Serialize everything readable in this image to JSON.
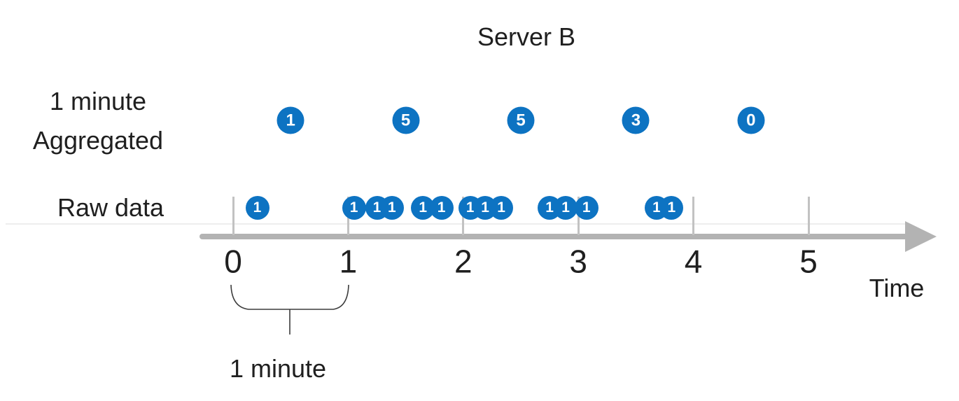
{
  "title": "Server B",
  "left_labels": {
    "aggregated_line1": "1 minute",
    "aggregated_line2": "Aggregated",
    "raw": "Raw data"
  },
  "axis": {
    "tick_labels": [
      "0",
      "1",
      "2",
      "3",
      "4",
      "5"
    ],
    "axis_label": "Time"
  },
  "annotation": {
    "brace_label": "1 minute"
  },
  "chart_data": {
    "type": "timeline",
    "title": "Server B",
    "xlabel": "Time",
    "x_ticks": [
      0,
      1,
      2,
      3,
      4,
      5
    ],
    "xlim": [
      0,
      5.9
    ],
    "raw_event_marker_value": "1",
    "raw_events": [
      0.21,
      1.05,
      1.25,
      1.38,
      1.65,
      1.81,
      2.06,
      2.19,
      2.33,
      2.75,
      2.89,
      3.07,
      3.68,
      3.81
    ],
    "aggregated": {
      "window_label": "1 minute",
      "bucket_centers": [
        0.5,
        1.5,
        2.5,
        3.5,
        4.5
      ],
      "counts": [
        1,
        5,
        5,
        3,
        0
      ]
    }
  },
  "colors": {
    "dot_blue": "#0d73c2",
    "axis_gray": "#b3b3b3",
    "tick_gray": "#c2c2c2",
    "thin_line": "#ededed",
    "text": "#1f1f1f"
  }
}
